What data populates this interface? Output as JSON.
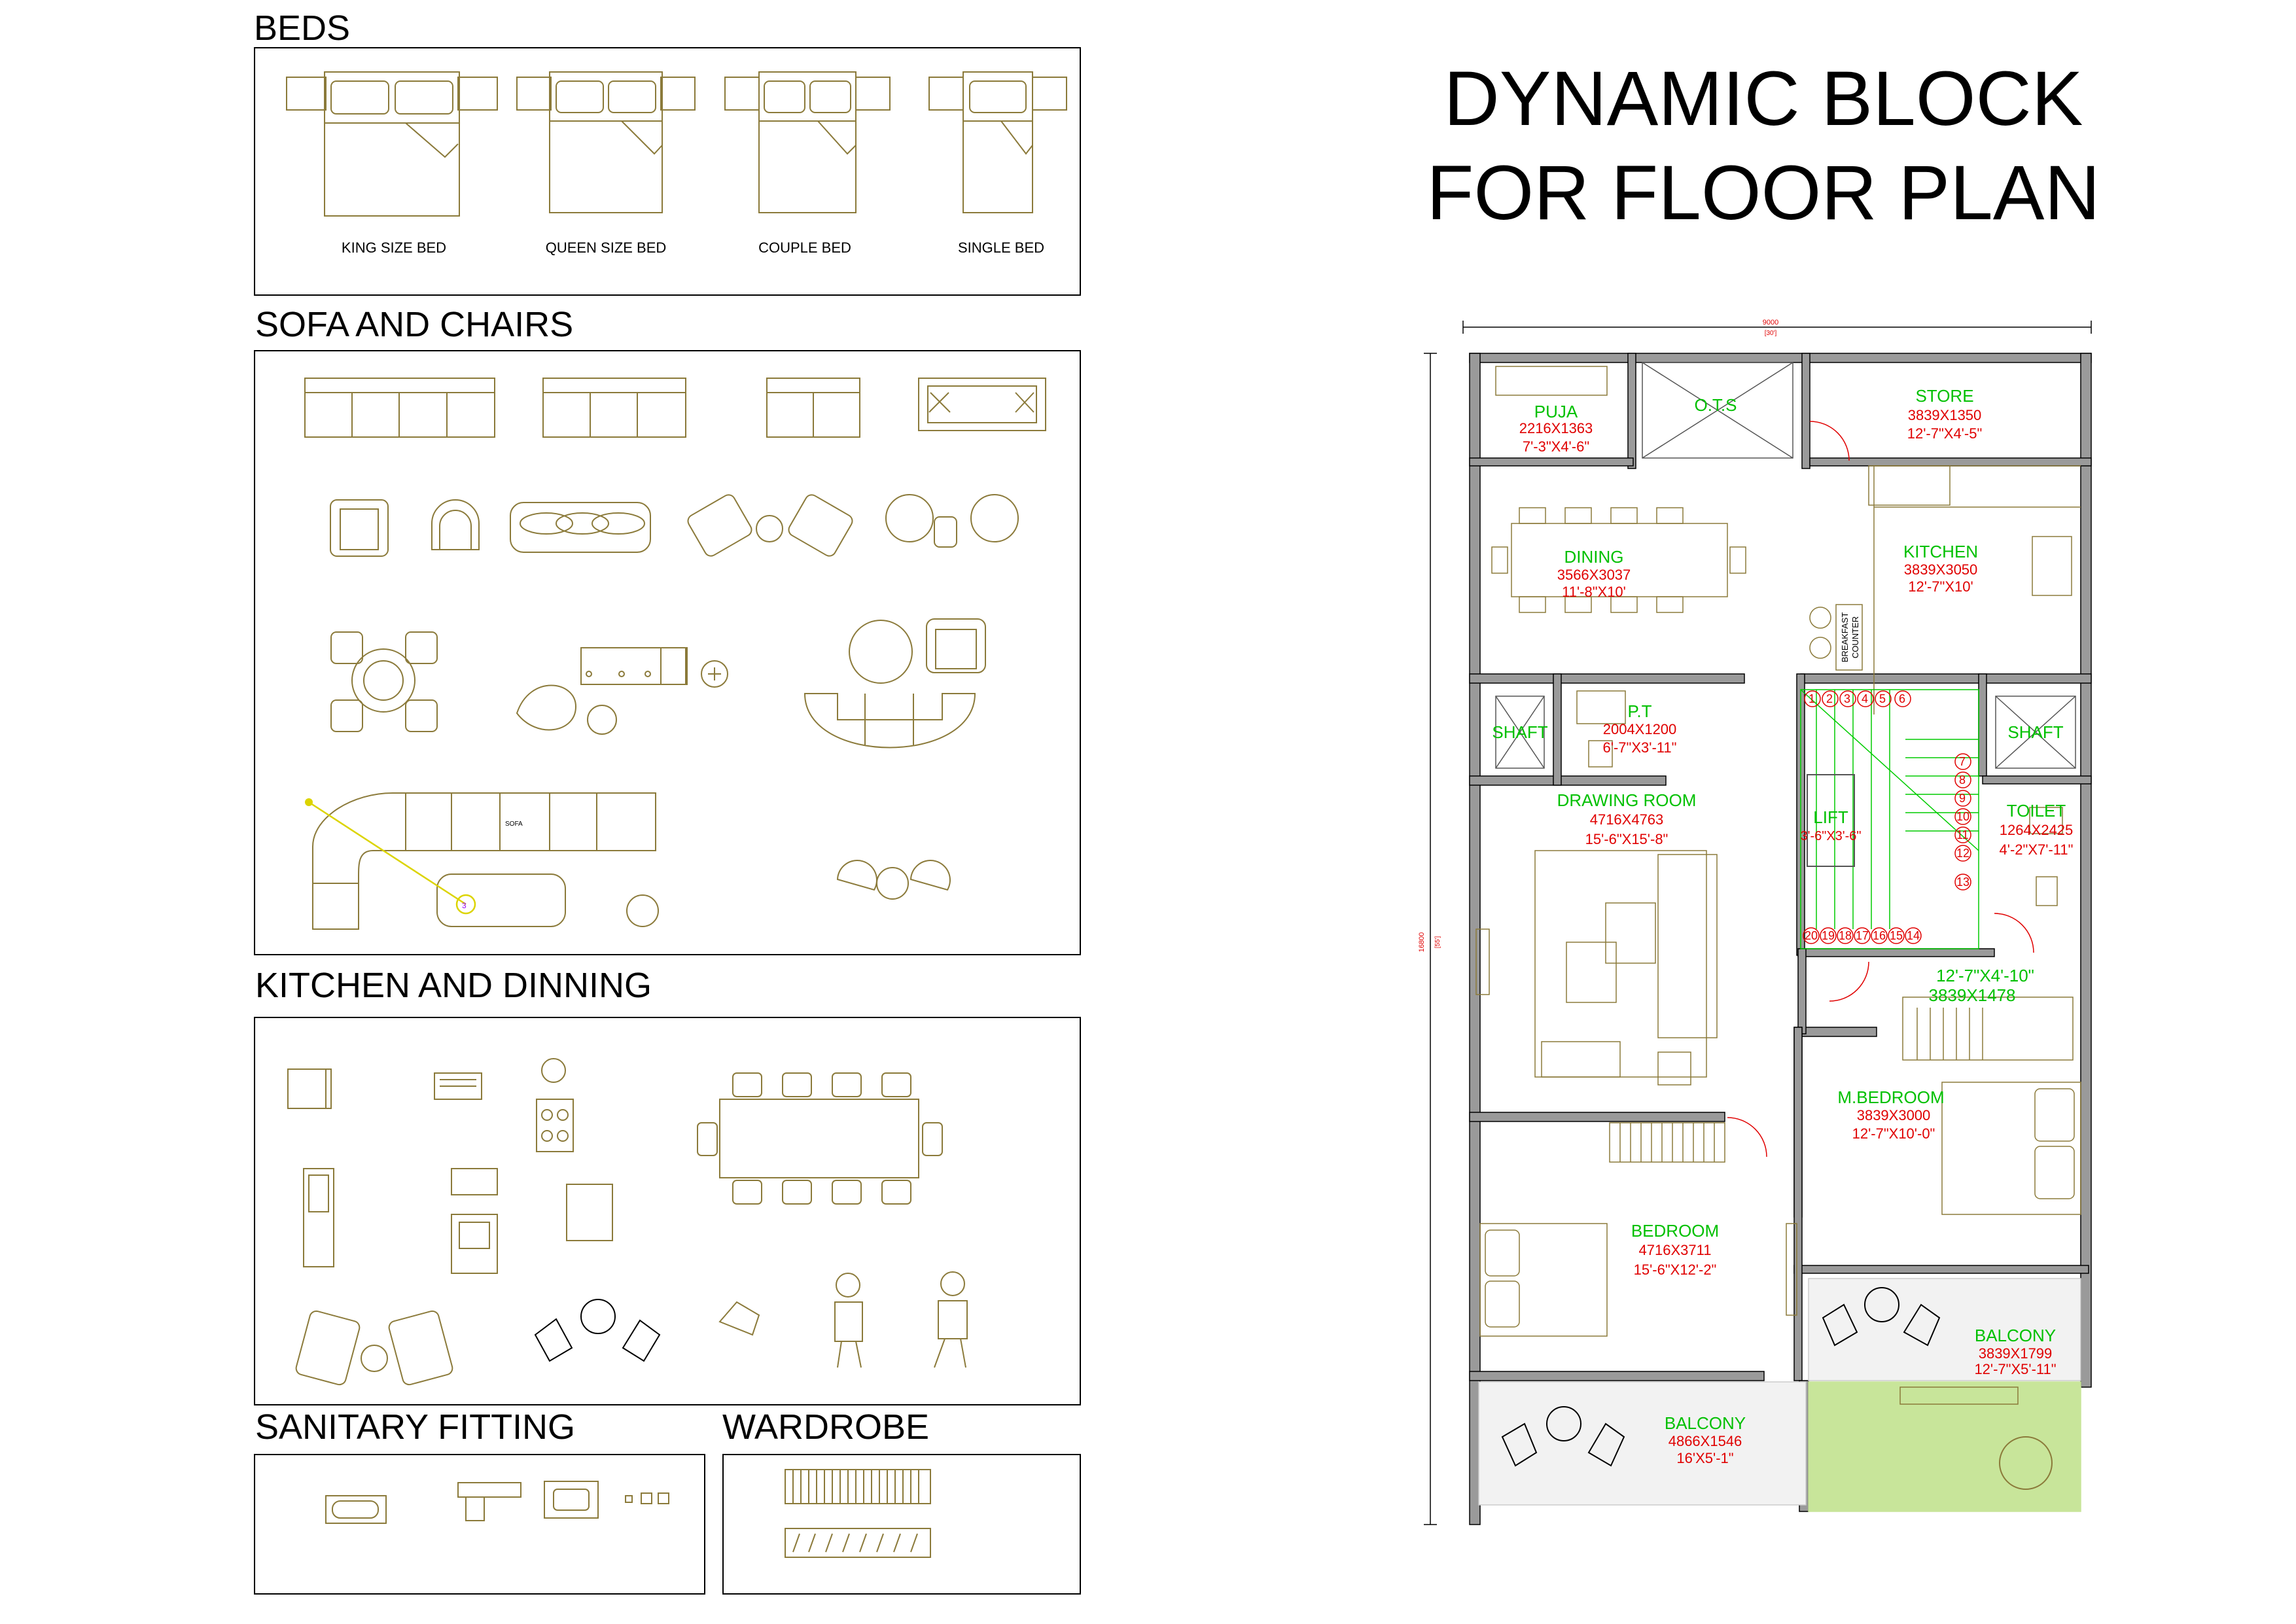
{
  "title": {
    "line1": "DYNAMIC BLOCK",
    "line2": "FOR FLOOR PLAN"
  },
  "sections": {
    "beds": "BEDS",
    "sofa": "SOFA AND CHAIRS",
    "kitchen": "KITCHEN AND DINNING",
    "sanitary": "SANITARY FITTING",
    "wardrobe": "WARDROBE"
  },
  "beds": [
    "KING SIZE BED",
    "QUEEN SIZE BED",
    "COUPLE BED",
    "SINGLE BED"
  ],
  "sofa_tag": "SOFA",
  "sofa_marker": "3",
  "plan": {
    "rooms": [
      {
        "key": "puja",
        "name": "PUJA",
        "dim_mm": "2216X1363",
        "dim_ft": "7'-3\"X4'-6\""
      },
      {
        "key": "ots",
        "name": "O.T.S"
      },
      {
        "key": "store",
        "name": "STORE",
        "dim_mm": "3839X1350",
        "dim_ft": "12'-7\"X4'-5\""
      },
      {
        "key": "dining",
        "name": "DINING",
        "dim_mm": "3566X3037",
        "dim_ft": "11'-8\"X10'"
      },
      {
        "key": "kitchen",
        "name": "KITCHEN",
        "dim_mm": "3839X3050",
        "dim_ft": "12'-7\"X10'"
      },
      {
        "key": "shaft1",
        "name": "SHAFT"
      },
      {
        "key": "pt",
        "name": "P.T",
        "dim_mm": "2004X1200",
        "dim_ft": "6'-7\"X3'-11\""
      },
      {
        "key": "shaft2",
        "name": "SHAFT"
      },
      {
        "key": "drawing",
        "name": "DRAWING ROOM",
        "dim_mm": "4716X4763",
        "dim_ft": "15'-6\"X15'-8\""
      },
      {
        "key": "lift",
        "name": "LIFT",
        "dim_ft": "3'-6\"X3'-6\""
      },
      {
        "key": "toilet",
        "name": "TOILET",
        "dim_mm": "1264X2425",
        "dim_ft": "4'-2\"X7'-11\""
      },
      {
        "key": "passage",
        "dim_ft": "12'-7\"X4'-10\"",
        "dim_mm": "3839X1478"
      },
      {
        "key": "mbed",
        "name": "M.BEDROOM",
        "dim_mm": "3839X3000",
        "dim_ft": "12'-7\"X10'-0\""
      },
      {
        "key": "bedroom",
        "name": "BEDROOM",
        "dim_mm": "4716X3711",
        "dim_ft": "15'-6\"X12'-2\""
      },
      {
        "key": "balcony1",
        "name": "BALCONY",
        "dim_mm": "3839X1799",
        "dim_ft": "12'-7\"X5'-11\""
      },
      {
        "key": "balcony2",
        "name": "BALCONY",
        "dim_mm": "4866X1546",
        "dim_ft": "16'X5'-1\""
      }
    ],
    "breakfast": [
      "BREAKFAST",
      "COUNTER"
    ],
    "dim_top": "9000",
    "dim_top_ft": "[30']",
    "dim_left": "16800",
    "dim_left_ft": "[55']",
    "stair_numbers": [
      "1",
      "2",
      "3",
      "4",
      "5",
      "6",
      "7",
      "8",
      "9",
      "10",
      "11",
      "12",
      "13",
      "14",
      "15",
      "16",
      "17",
      "18",
      "19",
      "20"
    ]
  },
  "colors": {
    "line": "#8b7a3a",
    "wall": "#9a9a9a",
    "room_name": "#00c000",
    "room_dim": "#e00000",
    "stair": "#00cc00",
    "balcony_plant": "#c8e59a"
  }
}
